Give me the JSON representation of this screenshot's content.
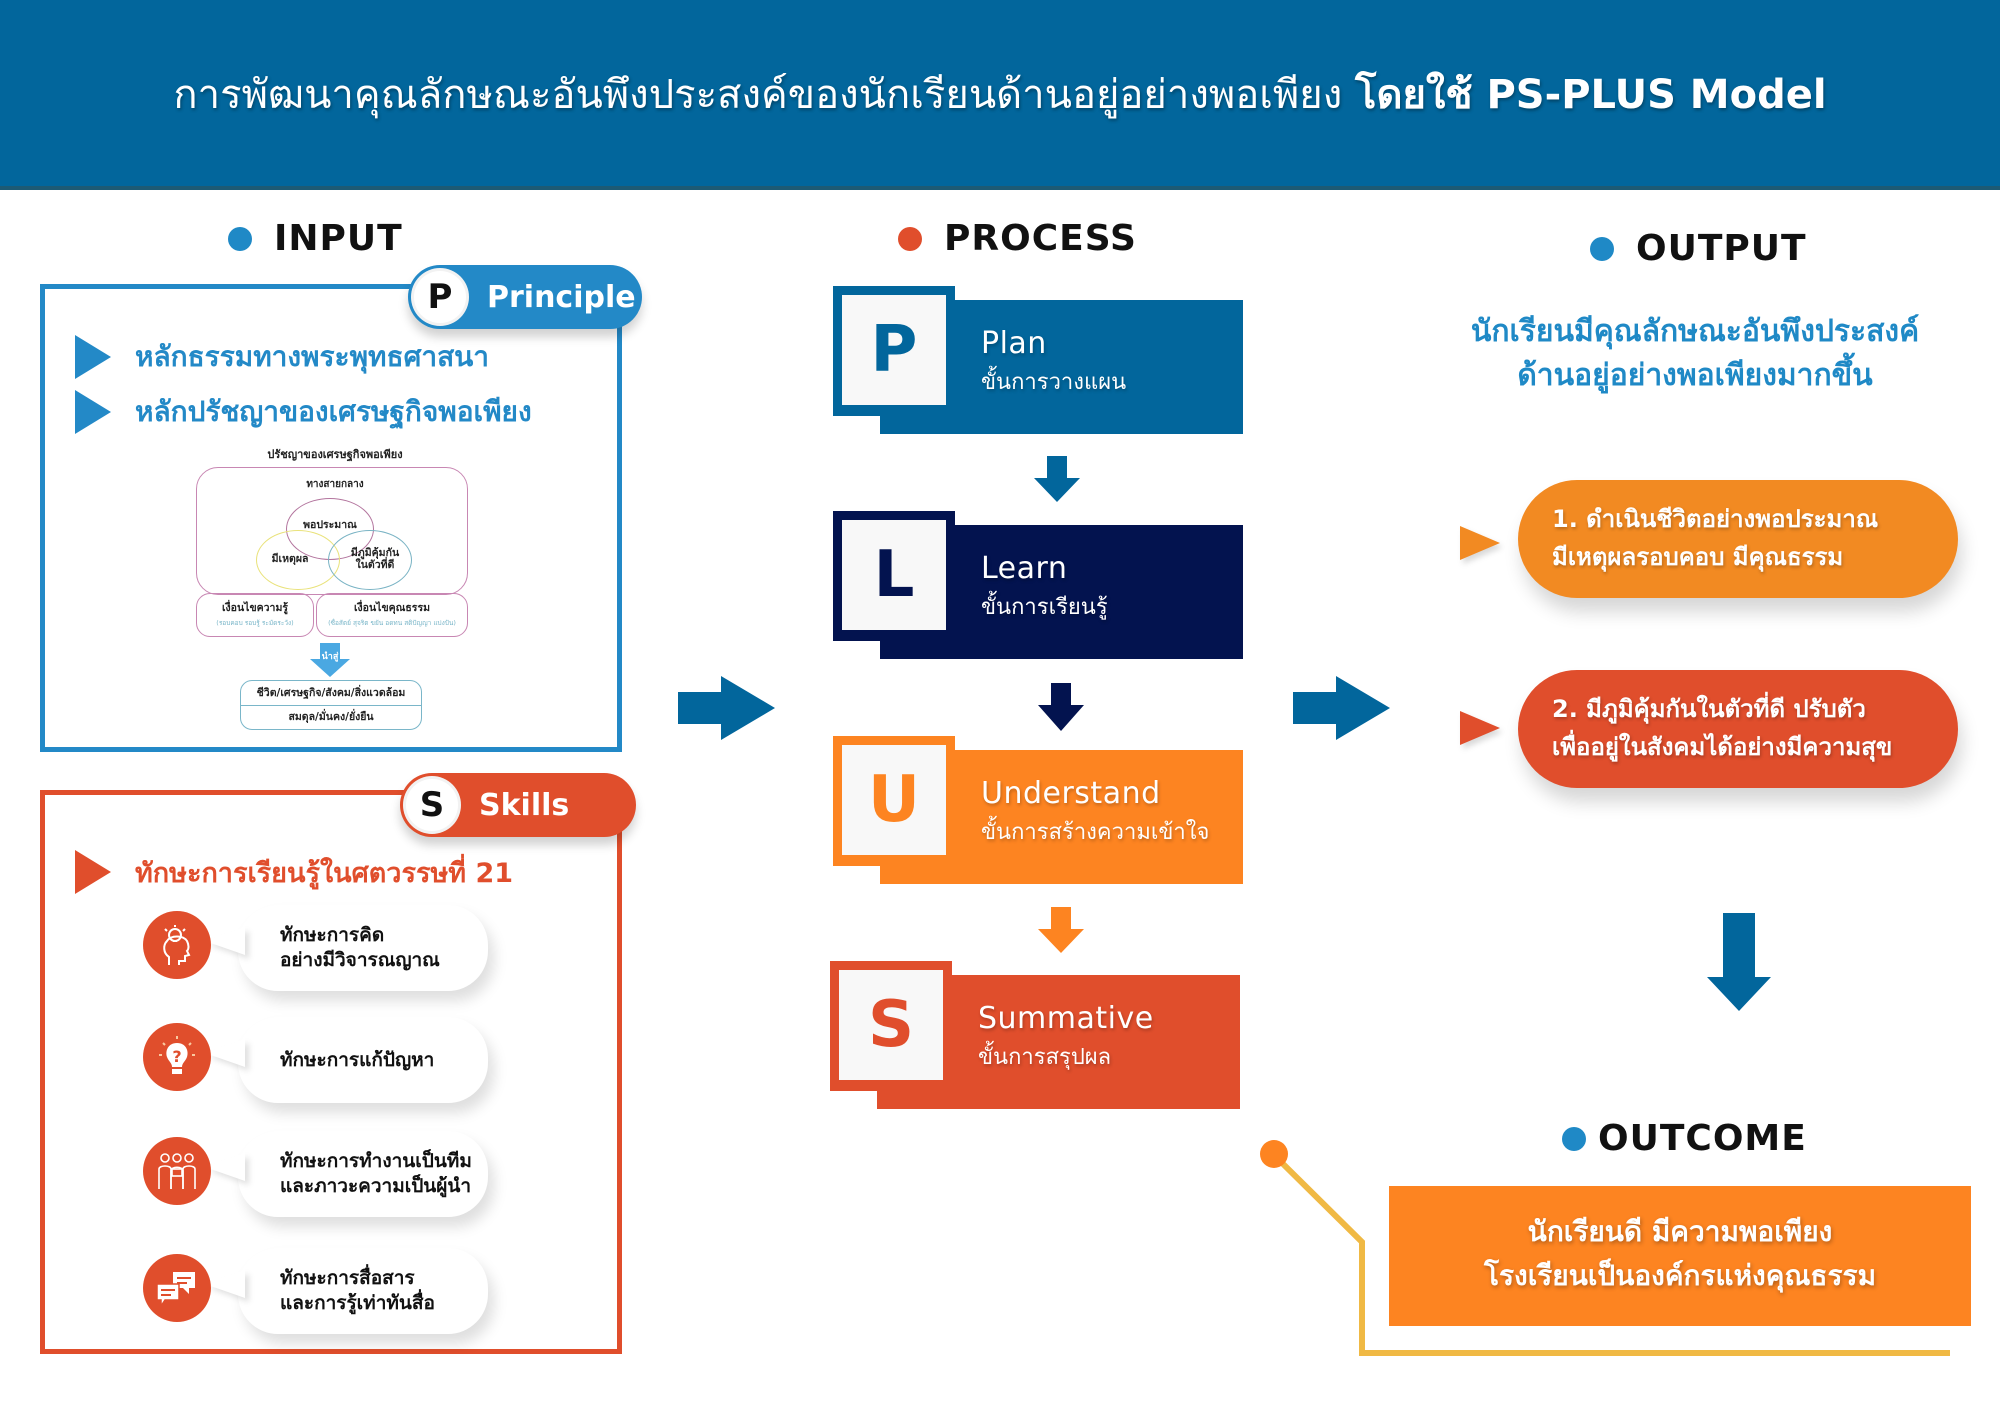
{
  "header": {
    "title_thai": "การพัฒนาคุณลักษณะอันพึงประสงค์ของนักเรียนด้านอยู่อย่างพอเพียง",
    "title_bold": "โดยใช้ PS-PLUS Model"
  },
  "colors": {
    "header_blue": "#02669c",
    "accent_blue": "#2389c7",
    "navy": "#03134f",
    "orange": "#fd8421",
    "red_orange": "#e04e2c",
    "connector_yellow": "#f0b944"
  },
  "input": {
    "heading": "INPUT",
    "principle": {
      "badge_letter": "P",
      "badge_label": "Principle",
      "items": [
        "หลักธรรมทางพระพุทธศาสนา",
        "หลักปรัชญาของเศรษฐกิจพอเพียง"
      ],
      "diagram": {
        "title": "ปรัชญาของเศรษฐกิจพอเพียง",
        "middle_path": "ทางสายกลาง",
        "circles": [
          "พอประมาณ",
          "มีเหตุผล",
          "มีภูมิคุ้มกันในตัวที่ดี"
        ],
        "circle_3_line1": "มีภูมิคุ้มกัน",
        "circle_3_line2": "ในตัวที่ดี",
        "conditions": [
          {
            "title": "เงื่อนไขความรู้",
            "detail": "(รอบคอบ รอบรู้ ระมัดระวัง)"
          },
          {
            "title": "เงื่อนไขคุณธรรม",
            "detail": "(ซื่อสัตย์ สุจริต ขยัน อดทน สติปัญญา แบ่งปัน)"
          }
        ],
        "leads_to": "นำสู่",
        "result_line1": "ชีวิต/เศรษฐกิจ/สังคม/สิ่งแวดล้อม",
        "result_line2": "สมดุล/มั่นคง/ยั่งยืน"
      }
    },
    "skills": {
      "badge_letter": "S",
      "badge_label": "Skills",
      "headline": "ทักษะการเรียนรู้ในศตวรรษที่ 21",
      "items": [
        {
          "icon": "idea-head-icon",
          "line1": "ทักษะการคิด",
          "line2": "อย่างมีวิจารณญาณ"
        },
        {
          "icon": "question-bulb-icon",
          "line1": "ทักษะการแก้ปัญหา",
          "line2": ""
        },
        {
          "icon": "team-icon",
          "line1": "ทักษะการทำงานเป็นทีม",
          "line2": "และภาวะความเป็นผู้นำ"
        },
        {
          "icon": "chat-bubbles-icon",
          "line1": "ทักษะการสื่อสาร",
          "line2": "และการรู้เท่าทันสื่อ"
        }
      ]
    }
  },
  "process": {
    "heading": "PROCESS",
    "steps": [
      {
        "letter": "P",
        "name": "Plan",
        "thai": "ขั้นการวางแผน",
        "color": "#02669c"
      },
      {
        "letter": "L",
        "name": "Learn",
        "thai": "ขั้นการเรียนรู้",
        "color": "#03134f"
      },
      {
        "letter": "U",
        "name": "Understand",
        "thai": "ขั้นการสร้างความเข้าใจ",
        "color": "#fd8421"
      },
      {
        "letter": "S",
        "name": "Summative",
        "thai": "ขั้นการสรุปผล",
        "color": "#e04e2c"
      }
    ]
  },
  "output": {
    "heading": "OUTPUT",
    "description_line1": "นักเรียนมีคุณลักษณะอันพึงประสงค์",
    "description_line2": "ด้านอยู่อย่างพอเพียงมากขึ้น",
    "results": [
      {
        "line1": "1. ดำเนินชีวิตอย่างพอประมาณ",
        "line2": "มีเหตุผลรอบคอบ มีคุณธรรม",
        "color": "#f28a22"
      },
      {
        "line1": "2. มีภูมิคุ้มกันในตัวที่ดี ปรับตัว",
        "line2": "เพื่ออยู่ในสังคมได้อย่างมีความสุข",
        "color": "#e04e2c"
      }
    ]
  },
  "outcome": {
    "heading": "OUTCOME",
    "line1": "นักเรียนดี มีความพอเพียง",
    "line2": "โรงเรียนเป็นองค์กรแห่งคุณธรรม"
  }
}
